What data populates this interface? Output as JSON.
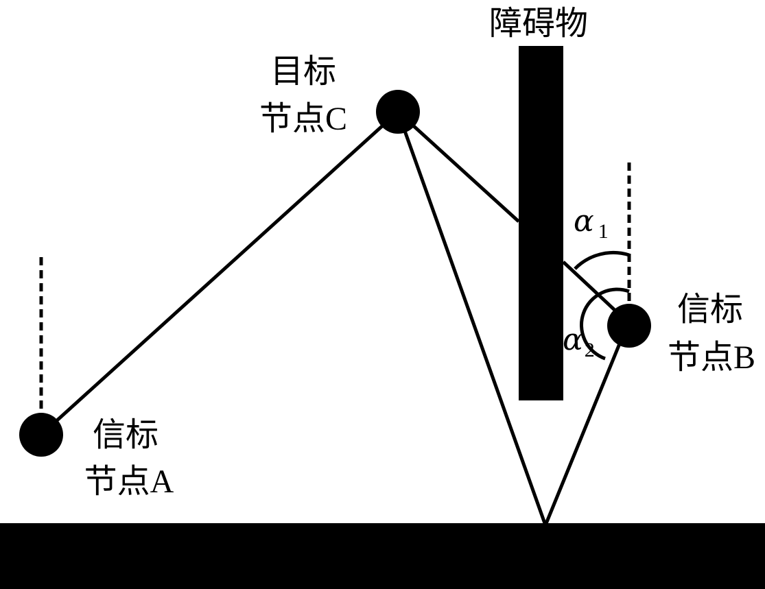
{
  "labels": {
    "obstacle": "障碍物",
    "target_line1": "目标",
    "target_line2": "节点",
    "target_letter": "C",
    "beaconA_line1": "信标",
    "beaconA_line2": "节点",
    "beaconA_letter": "A",
    "beaconB_line1": "信标",
    "beaconB_line2": "节点",
    "beaconB_letter": "B",
    "alpha": "α",
    "alpha1_sub": "1",
    "alpha2_sub": "2"
  },
  "colors": {
    "ink": "#000000",
    "background": "#ffffff"
  }
}
